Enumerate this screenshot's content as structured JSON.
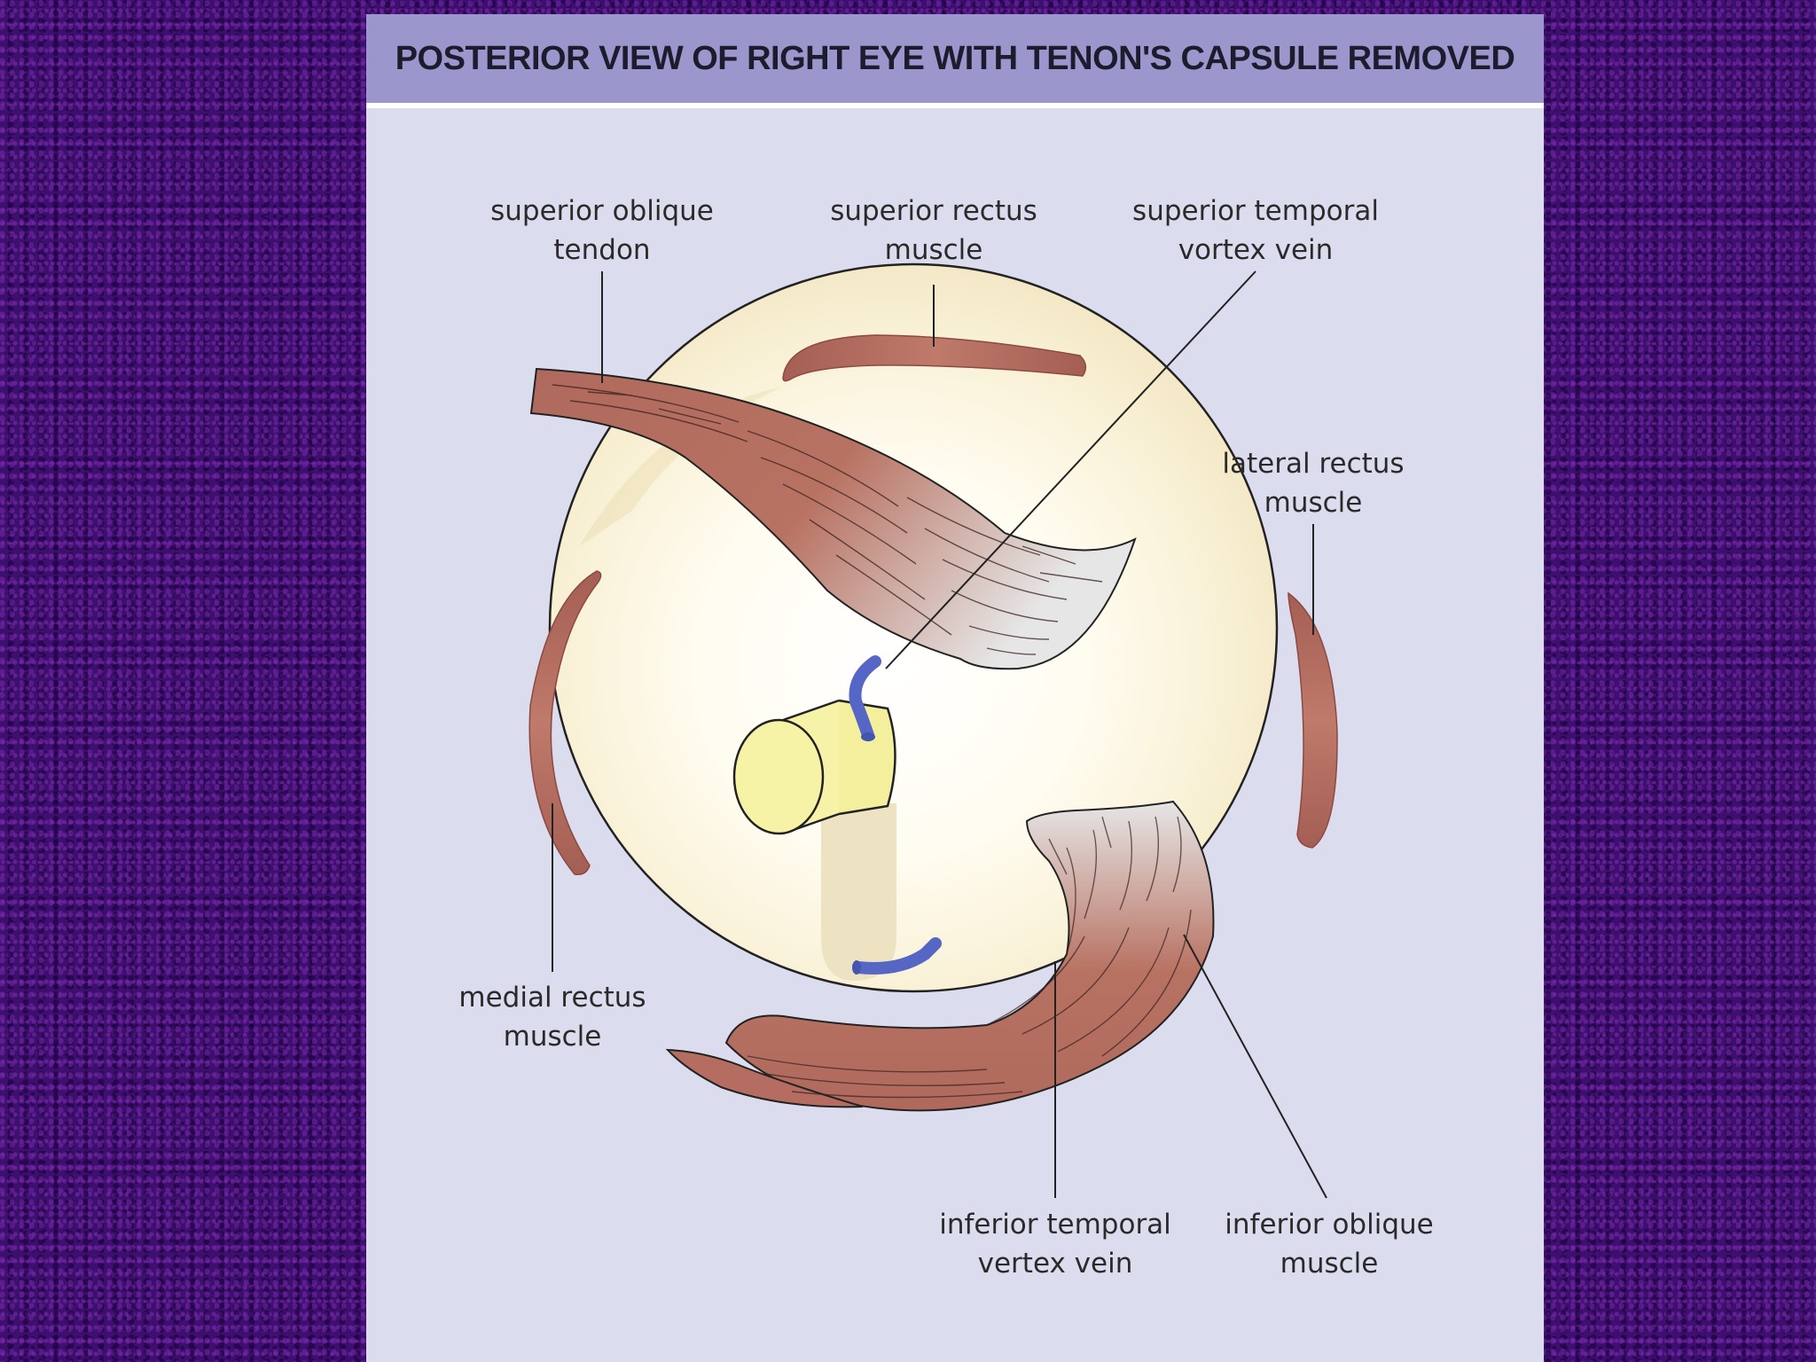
{
  "title": "POSTERIOR VIEW OF RIGHT EYE WITH TENON'S CAPSULE REMOVED",
  "labels": {
    "superior_oblique": [
      "superior oblique",
      "tendon"
    ],
    "superior_rectus": [
      "superior rectus",
      "muscle"
    ],
    "superior_temporal_vein": [
      "superior temporal",
      "vortex vein"
    ],
    "lateral_rectus": [
      "lateral rectus",
      "muscle"
    ],
    "medial_rectus": [
      "medial rectus",
      "muscle"
    ],
    "inferior_temporal_vein": [
      "inferior temporal",
      "vertex vein"
    ],
    "inferior_oblique": [
      "inferior oblique",
      "muscle"
    ]
  },
  "colors": {
    "background": "#3d0f6e",
    "panel": "#dcdcef",
    "title_bar": "#9b97cc",
    "muscle": "#b56a5e",
    "globe": "#fdf7e6",
    "optic_nerve": "#f5f2a2",
    "vein": "#5566c4"
  }
}
